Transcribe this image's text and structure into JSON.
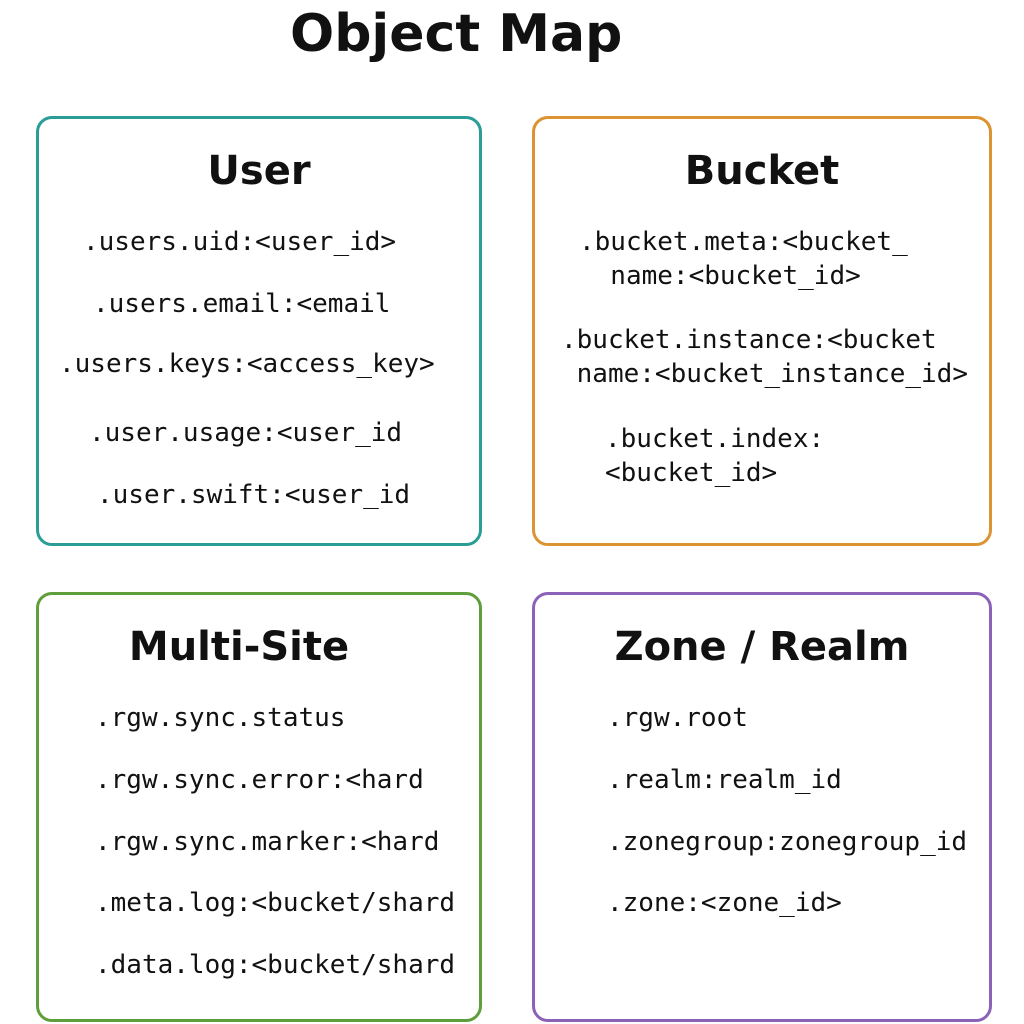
{
  "title": "Object Map",
  "colors": {
    "user": "#2a9d97",
    "bucket": "#dc9433",
    "multisite": "#5f9e3a",
    "zone": "#8c62b8"
  },
  "panels": {
    "user": {
      "title": "User",
      "entries": [
        ".users.uid:<user_id>",
        ".users.email:<email",
        ".users.keys:<access_key>",
        ".user.usage:<user_id",
        ".user.swift:<user_id"
      ]
    },
    "bucket": {
      "title": "Bucket",
      "entries": [
        ".bucket.meta:<bucket_\n  name:<bucket_id>",
        ".bucket.instance:<bucket\n name:<bucket_instance_id>",
        ".bucket.index:\n<bucket_id>"
      ]
    },
    "multisite": {
      "title": "Multi-Site",
      "entries": [
        ".rgw.sync.status",
        ".rgw.sync.error:<hard",
        ".rgw.sync.marker:<hard",
        ".meta.log:<bucket/shard",
        ".data.log:<bucket/shard"
      ]
    },
    "zone": {
      "title": "Zone / Realm",
      "entries": [
        ".rgw.root",
        ".realm:realm_id",
        ".zonegroup:zonegroup_id",
        ".zone:<zone_id>"
      ]
    }
  }
}
